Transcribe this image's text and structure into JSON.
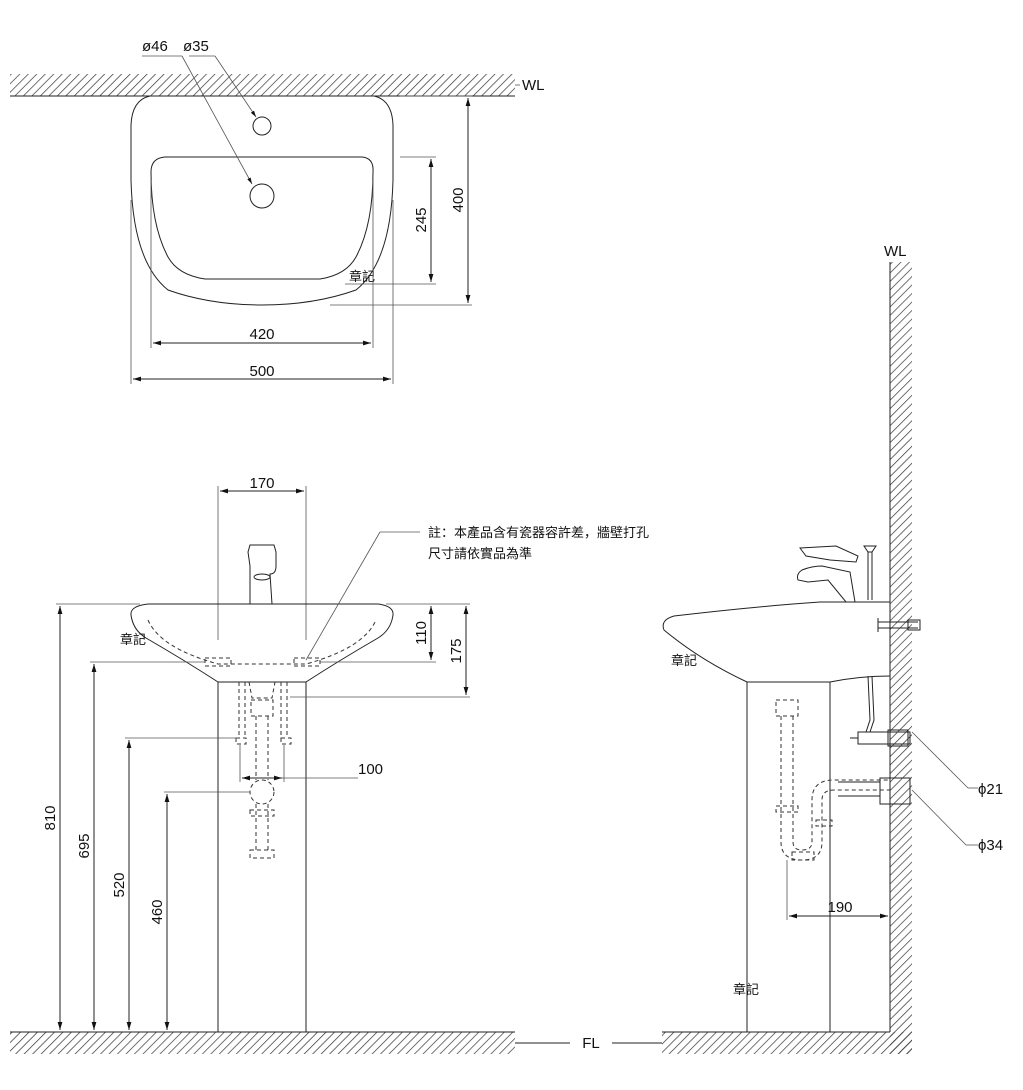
{
  "top_view": {
    "hole_labels": [
      "ø46",
      "ø35"
    ],
    "wall_label": "WL",
    "dim_depth": "400",
    "dim_bowl_depth": "245",
    "dim_bowl_width": "420",
    "dim_width": "500",
    "stamp": "章記"
  },
  "front_view": {
    "dim_faucet_spacing": "170",
    "dim_basin_top": "110",
    "dim_basin_bottom": "175",
    "dim_pipe_spacing": "100",
    "dim_height_rim": "810",
    "dim_height_bracket": "695",
    "dim_height_supply": "520",
    "dim_height_drain": "460",
    "note_line1": "註：本產品含有瓷器容許差，牆壁打孔",
    "note_line2": "尺寸請依實品為準",
    "stamp": "章記"
  },
  "side_view": {
    "wall_label": "WL",
    "dim_supply": "ϕ21",
    "dim_drain": "ϕ34",
    "dim_trap_offset": "190",
    "stamp_upper": "章記",
    "stamp_lower": "章記"
  },
  "floor_label": "FL"
}
